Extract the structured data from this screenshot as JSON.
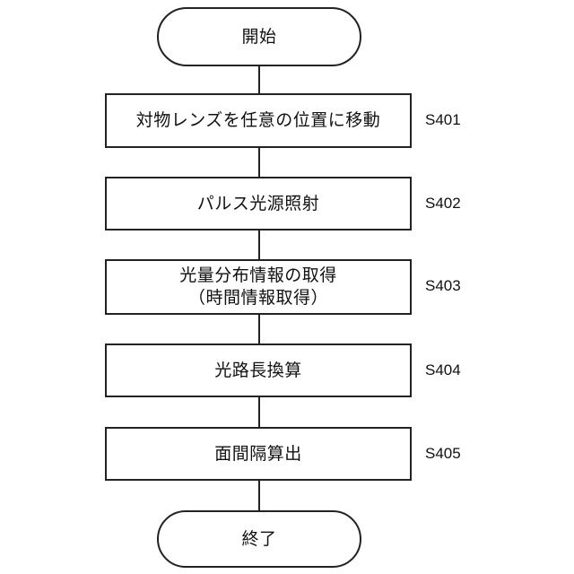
{
  "flowchart": {
    "start": {
      "label": "開始"
    },
    "steps": [
      {
        "id": "S401",
        "lines": [
          "対物レンズを任意の位置に移動"
        ]
      },
      {
        "id": "S402",
        "lines": [
          "パルス光源照射"
        ]
      },
      {
        "id": "S403",
        "lines": [
          "光量分布情報の取得",
          "（時間情報取得）"
        ]
      },
      {
        "id": "S404",
        "lines": [
          "光路長換算"
        ]
      },
      {
        "id": "S405",
        "lines": [
          "面間隔算出"
        ]
      }
    ],
    "end": {
      "label": "終了"
    }
  }
}
